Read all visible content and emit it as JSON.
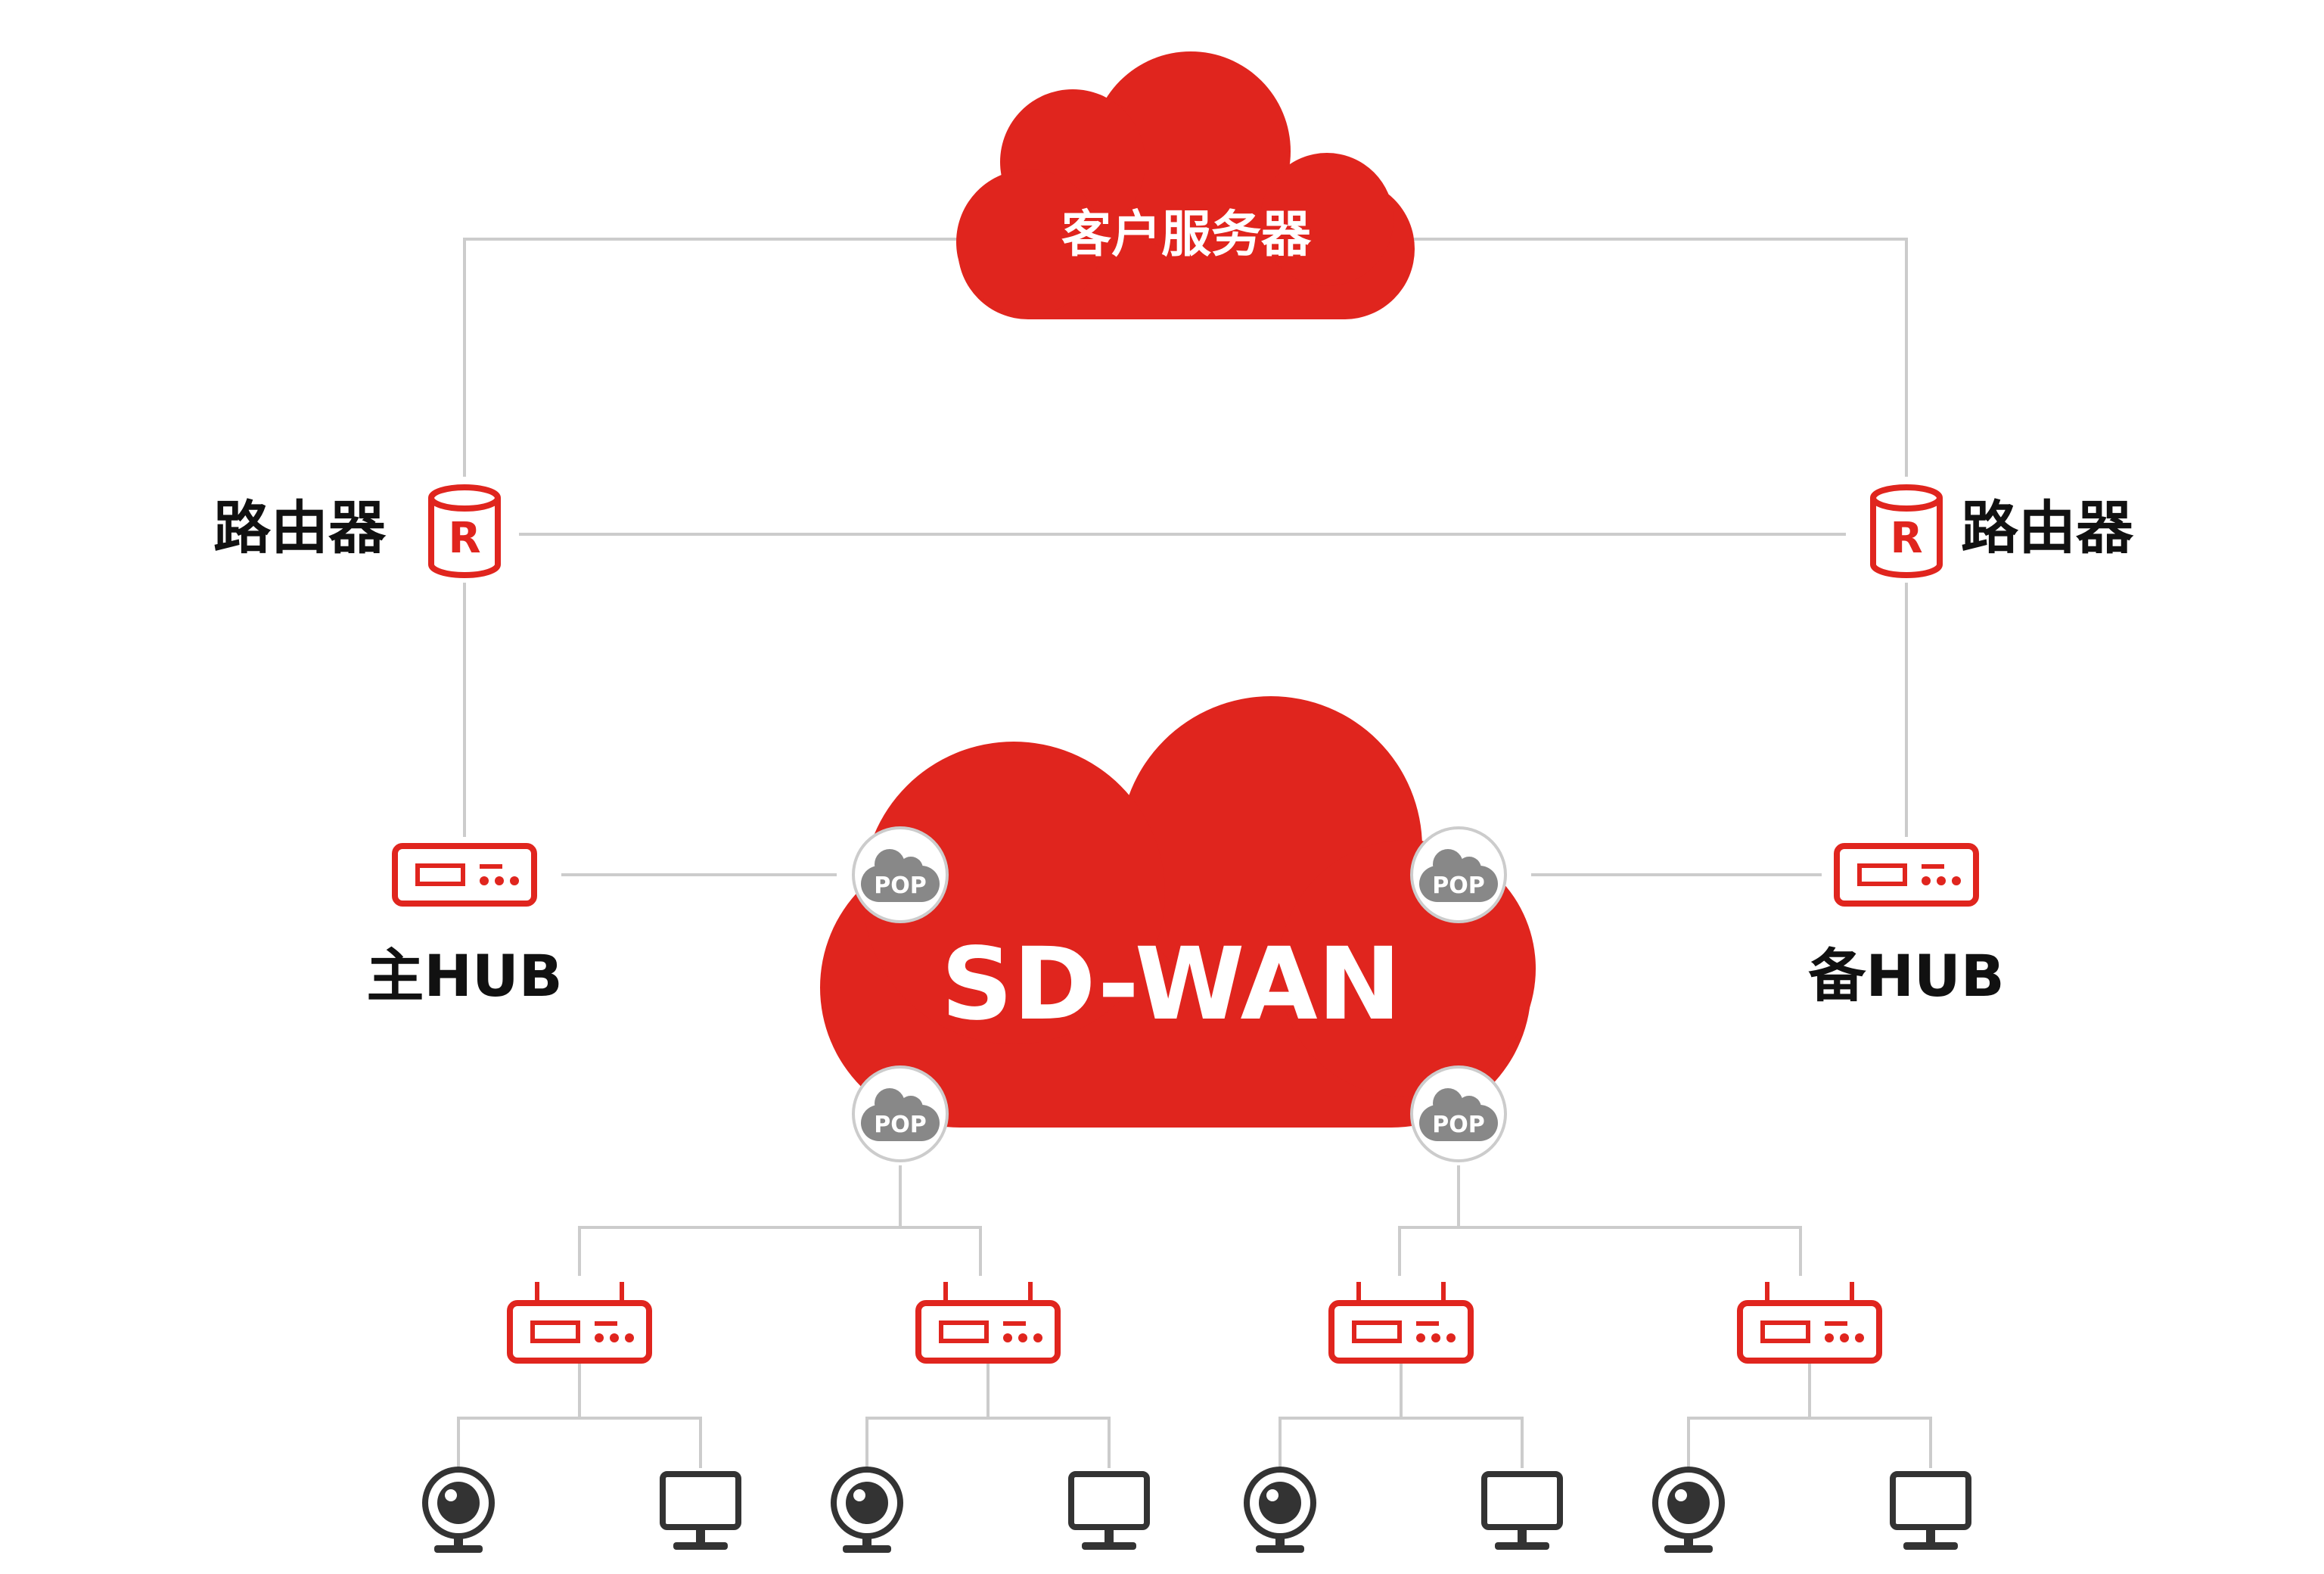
{
  "cloud_top": {
    "label": "客户服务器"
  },
  "cloud_main": {
    "label": "SD-WAN"
  },
  "router_left": {
    "label": "路由器",
    "glyph": "R",
    "icon": "router-cylinder-icon"
  },
  "router_right": {
    "label": "路由器",
    "glyph": "R",
    "icon": "router-cylinder-icon"
  },
  "hub_main": {
    "label": "主HUB",
    "icon": "hub-device-icon"
  },
  "hub_backup": {
    "label": "备HUB",
    "icon": "hub-device-icon"
  },
  "pop_label": "POP",
  "endpoints": [
    "camera-icon",
    "monitor-icon"
  ],
  "colors": {
    "accent": "#e0251e",
    "line": "#cccccc",
    "pop": "#888888",
    "dark": "#1a1a1a",
    "icon_dark": "#333333"
  }
}
